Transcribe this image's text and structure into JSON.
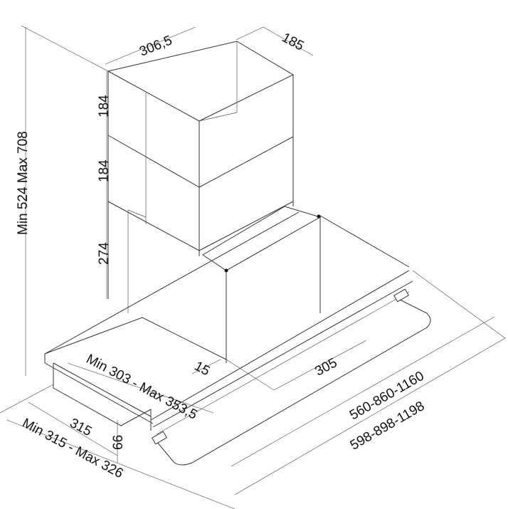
{
  "title": "Range hood dimension drawing",
  "dimensions": {
    "chimney_width": "306,5",
    "chimney_depth": "185",
    "chimney_upper_height": "184",
    "chimney_middle_height": "184",
    "motor_housing_height": "274",
    "total_height": "Min 524 Max 708",
    "hood_depth": "Min 303 - Max 353,5",
    "offset": "15",
    "housing_width": "305",
    "hood_widths_inner": "560-860-1160",
    "hood_widths_outer": "598-898-1198",
    "side_depth": "315",
    "side_height": "66",
    "side_depth_range": "Min 315 - Max 326"
  }
}
